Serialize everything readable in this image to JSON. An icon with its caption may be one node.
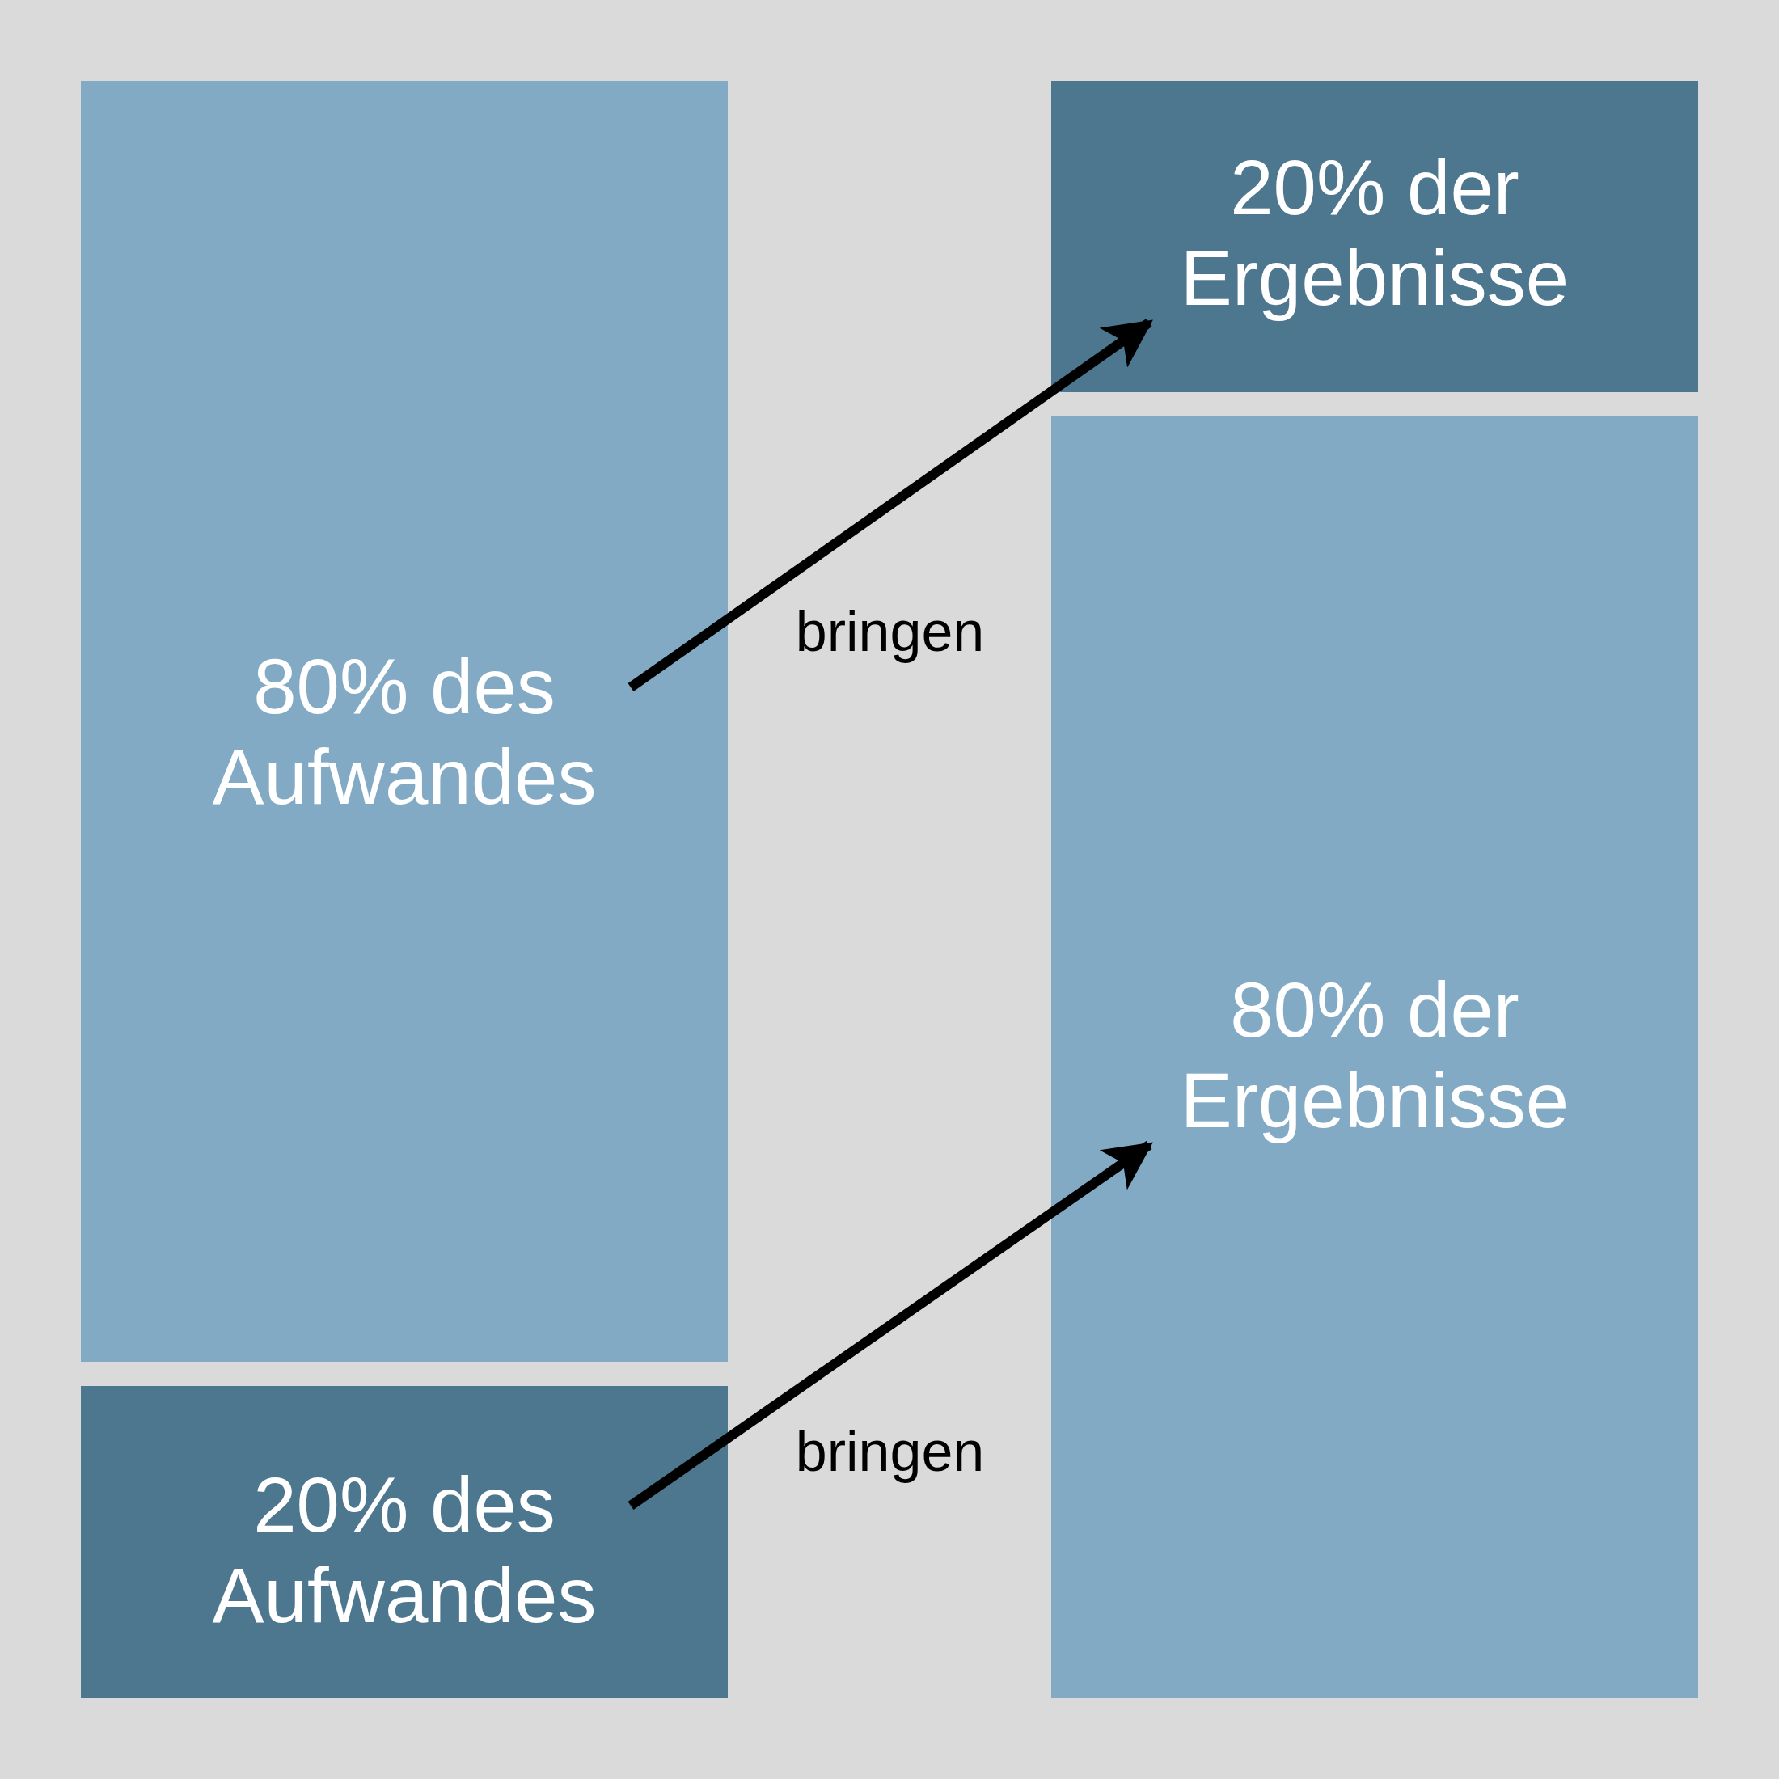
{
  "diagram": {
    "nodes": [
      {
        "text": [
          "80% des Aufwandes"
        ]
      },
      {
        "text": [
          "20% des Aufwandes"
        ]
      },
      {
        "text": [
          "20% der Ergebnisse"
        ]
      },
      {
        "text": [
          "80% der Ergebnisse"
        ]
      }
    ],
    "edges": [
      {
        "from": 0,
        "to": 2,
        "arrow": "to",
        "label": "bringen"
      },
      {
        "from": 1,
        "to": 3,
        "arrow": "to",
        "label": "bringen"
      }
    ]
  }
}
